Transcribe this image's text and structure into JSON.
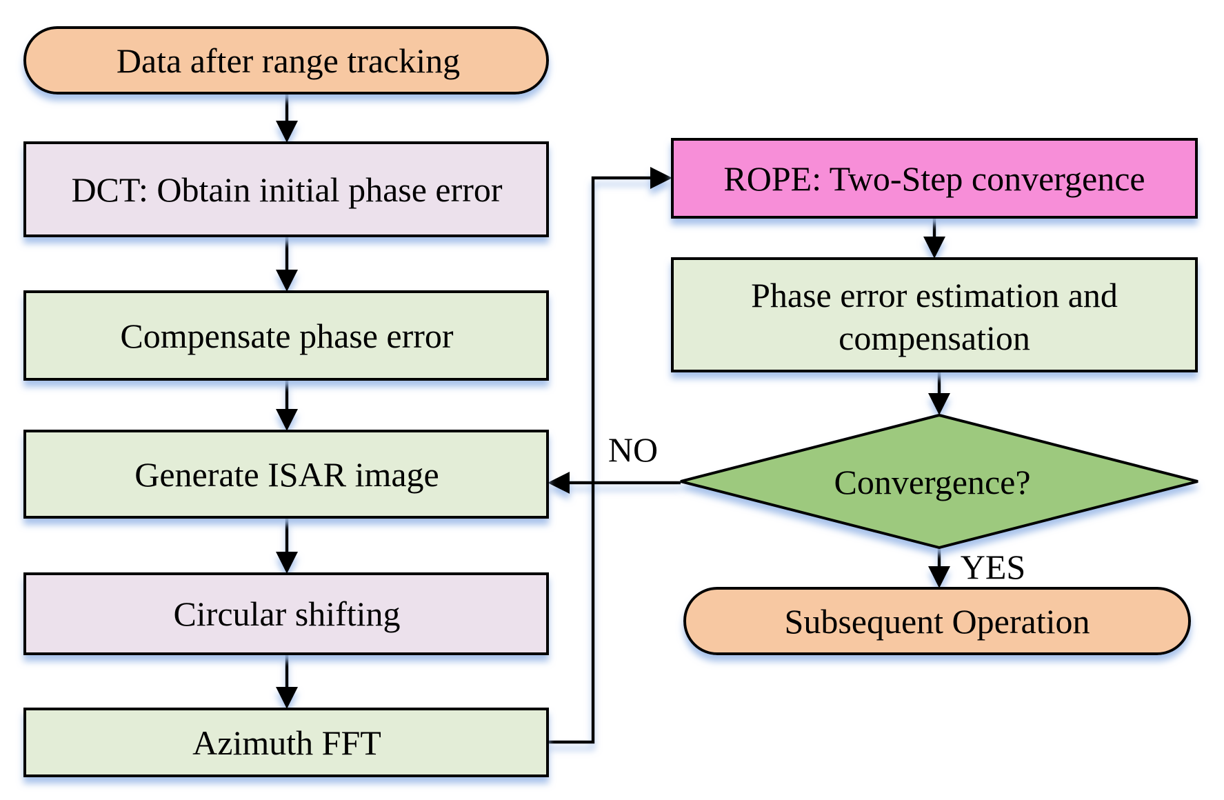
{
  "diagram": {
    "nodes": {
      "start": {
        "label": "Data after range tracking"
      },
      "dct": {
        "label": "DCT: Obtain initial phase error"
      },
      "compensate": {
        "label": "Compensate phase error"
      },
      "generate_isar": {
        "label": "Generate ISAR image"
      },
      "circular": {
        "label": "Circular shifting"
      },
      "azimuth_fft": {
        "label": "Azimuth FFT"
      },
      "rope": {
        "label": "ROPE: Two-Step convergence"
      },
      "phase_est": {
        "line1": "Phase error estimation and",
        "line2": "compensation"
      },
      "convergence": {
        "label": "Convergence?"
      },
      "subsequent": {
        "label": "Subsequent Operation"
      }
    },
    "edge_labels": {
      "no": "NO",
      "yes": "YES"
    },
    "colors": {
      "terminator_fill": "#F7C8A2",
      "lavender_fill": "#ECE1EC",
      "green_fill": "#E3EDD7",
      "pink_fill": "#F78ED8",
      "diamond_fill": "#9DC97E",
      "line_color": "#000000"
    }
  }
}
